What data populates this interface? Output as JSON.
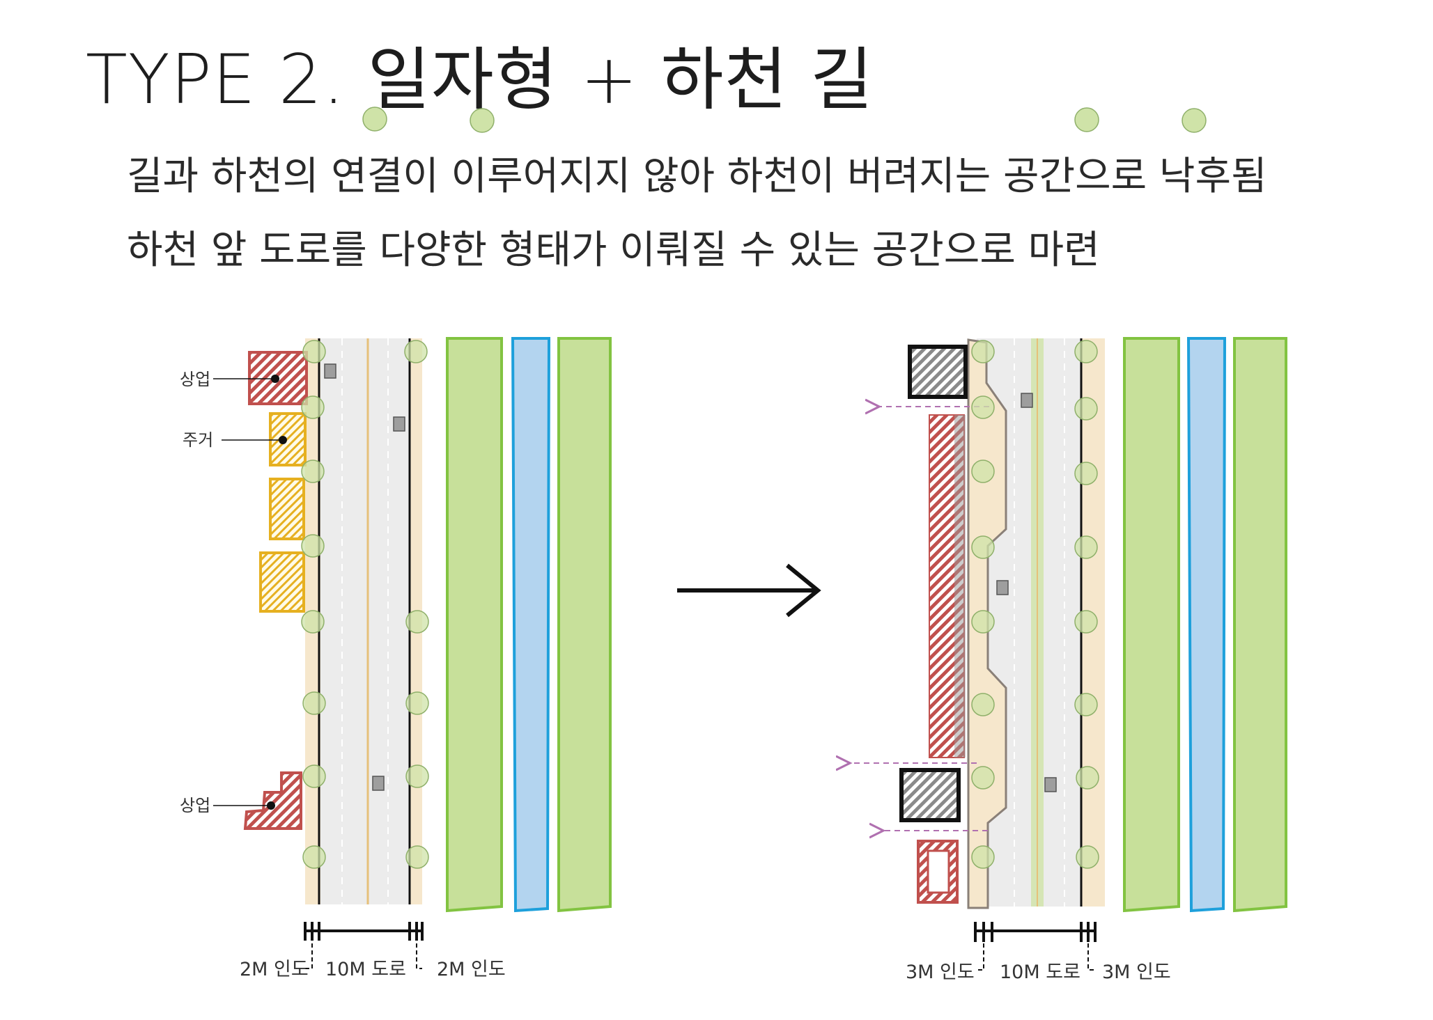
{
  "title": "TYPE 2. 일자형 + 하천 길",
  "subtitles": [
    "길과 하천의 연결이 이루어지지 않아 하천이 버려지는 공간으로 낙후됨",
    "하천 앞 도로를 다양한 형태가 이뤄질 수 있는 공간으로  마련"
  ],
  "before": {
    "labels": {
      "commercial_top": "상업",
      "residential": "주거",
      "commercial_bottom": "상업"
    },
    "dimensions": {
      "left": "2M 인도",
      "middle": "10M 도로",
      "right": "2M 인도"
    }
  },
  "after": {
    "dimensions": {
      "left": "3M 인도",
      "middle": "10M 도로",
      "right": "3M 인도"
    }
  },
  "colors": {
    "commercial": "#c0504d",
    "residential": "#e6b020",
    "sidewalk": "#f6e7cc",
    "road": "#ececec",
    "green": "#c7e09a",
    "green_stroke": "#82c341",
    "river": "#b3d4ef",
    "river_stroke": "#1ea0db",
    "tree": "#cfe3a8",
    "arrow_pink": "#b070b0"
  },
  "icons": {
    "transition_arrow": "right-arrow-icon"
  }
}
